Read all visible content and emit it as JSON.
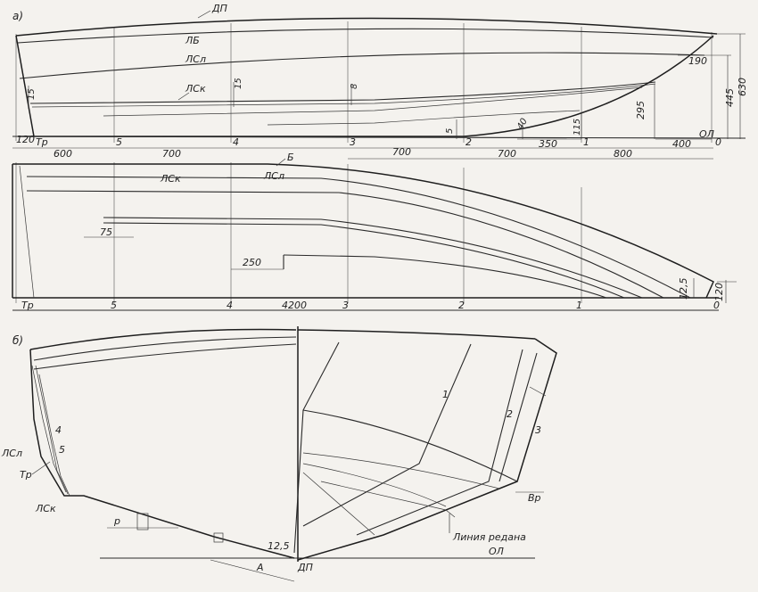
{
  "view_a": {
    "marker": "а)",
    "lines": {
      "dp": "ДП",
      "lb": "ЛБ",
      "lsl": "ЛСл",
      "lsk": "ЛСк",
      "ol": "ОЛ"
    },
    "stations": {
      "tr": "Тр",
      "s5": "5",
      "s4": "4",
      "s3": "3",
      "s2": "2",
      "s1": "1",
      "s0": "0"
    },
    "dims": {
      "d120": "120",
      "d600": "600",
      "d700a": "700",
      "d700b": "700",
      "d700c": "700",
      "d350": "350",
      "d800": "800",
      "d400": "400",
      "d15a": "15",
      "d15b": "15",
      "d8": "8",
      "d5": "5",
      "d40": "40",
      "d115": "115",
      "d295": "295",
      "d190": "190",
      "d445": "445",
      "d630": "630"
    }
  },
  "plan": {
    "lines": {
      "b": "Б",
      "lsk": "ЛСк",
      "lsl": "ЛСл"
    },
    "stations": {
      "tr": "Тр",
      "s5": "5",
      "s4": "4",
      "s3": "3",
      "s2": "2",
      "s1": "1",
      "s0": "0"
    },
    "dims": {
      "d75": "75",
      "d250": "250",
      "d4200": "4200",
      "d125": "12,5",
      "d120": "120"
    }
  },
  "view_b": {
    "marker": "б)",
    "labels": {
      "lsl": "ЛСл",
      "tr": "Тр",
      "lsk": "ЛСк",
      "n4": "4",
      "n5": "5",
      "n1": "1",
      "n2": "2",
      "n3": "3",
      "vr": "Вр",
      "step_line": "Линия редана",
      "dp": "ДП",
      "ol": "ОЛ",
      "p": "р",
      "a": "А",
      "d125": "12,5"
    }
  }
}
